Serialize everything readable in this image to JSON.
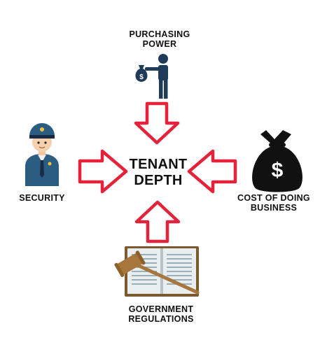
{
  "center": {
    "line1": "TENANT",
    "line2": "DEPTH"
  },
  "nodes": {
    "top": {
      "line1": "PURCHASING",
      "line2": "POWER",
      "icon": "person-holding-money-bag-icon"
    },
    "left": {
      "line1": "SECURITY",
      "icon": "security-guard-icon"
    },
    "right": {
      "line1": "COST OF DOING",
      "line2": "BUSINESS",
      "icon": "money-bag-icon",
      "symbol": "$"
    },
    "bottom": {
      "line1": "GOVERNMENT",
      "line2": "REGULATIONS",
      "icon": "book-and-gavel-icon"
    }
  },
  "colors": {
    "arrow_stroke": "#e4233a",
    "text": "#111111",
    "navy": "#1f3b5a",
    "gavel": "#a7763d",
    "book": "#7a5a2e"
  }
}
